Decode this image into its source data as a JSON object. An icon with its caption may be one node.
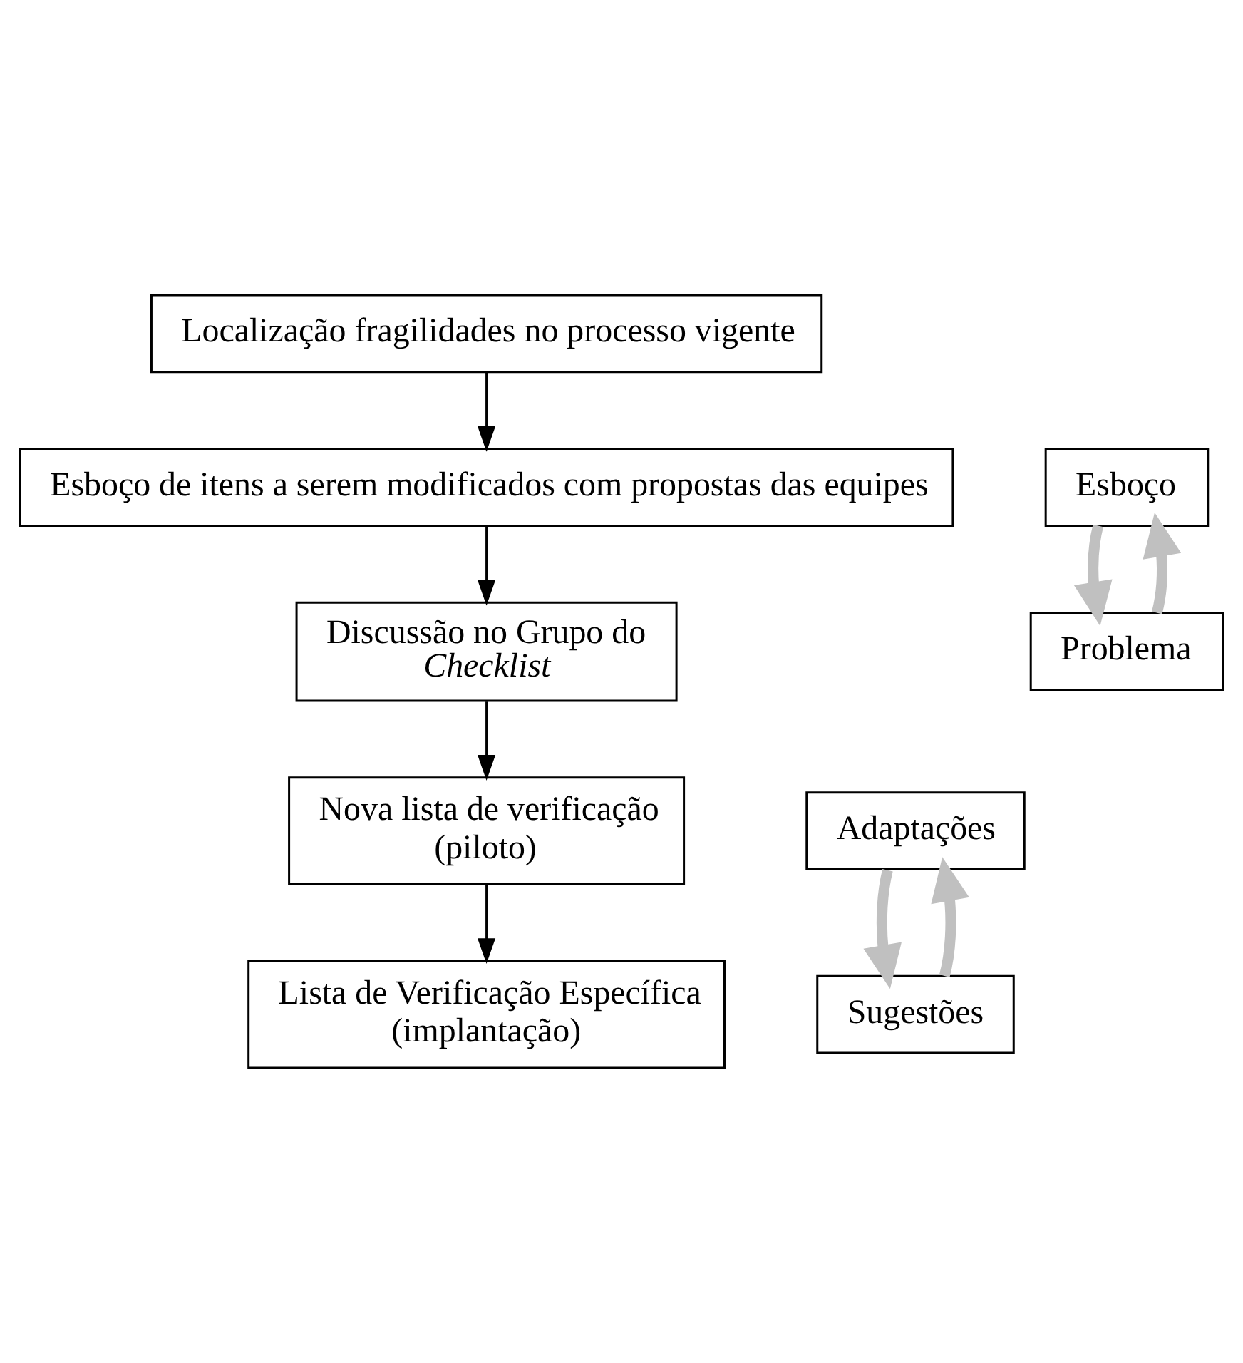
{
  "diagram": {
    "nodes": [
      {
        "text": [
          "Localização fragilidades no processo vigente"
        ]
      },
      {
        "text": [
          "Esboço de itens a serem modificados com propostas das equipes"
        ]
      },
      {
        "text": [
          "Esboço"
        ]
      },
      {
        "text": [
          "Problema"
        ]
      },
      {
        "text": [
          "Discussão no Grupo do *Checklist*"
        ]
      },
      {
        "text": [
          "Nova lista de verificação (piloto)"
        ]
      },
      {
        "text": [
          "Adaptações"
        ]
      },
      {
        "text": [
          "Sugestões"
        ]
      },
      {
        "text": [
          "Lista de Verificação Específica (implantação)"
        ]
      }
    ],
    "edges": [
      {
        "from": 0,
        "to": 1,
        "arrow": "to"
      },
      {
        "from": 1,
        "to": 4,
        "arrow": "to"
      },
      {
        "from": 2,
        "to": 3,
        "arrow": "to",
        "style": "thick",
        "color": "#c0c0c0"
      },
      {
        "from": 3,
        "to": 2,
        "arrow": "to",
        "style": "thick",
        "color": "#c0c0c0"
      },
      {
        "from": 4,
        "to": 5,
        "arrow": "to"
      },
      {
        "from": 5,
        "to": 8,
        "arrow": "to"
      },
      {
        "from": 6,
        "to": 7,
        "arrow": "to",
        "style": "thick",
        "color": "#c0c0c0"
      },
      {
        "from": 7,
        "to": 6,
        "arrow": "to",
        "style": "thick",
        "color": "#c0c0c0"
      }
    ]
  }
}
